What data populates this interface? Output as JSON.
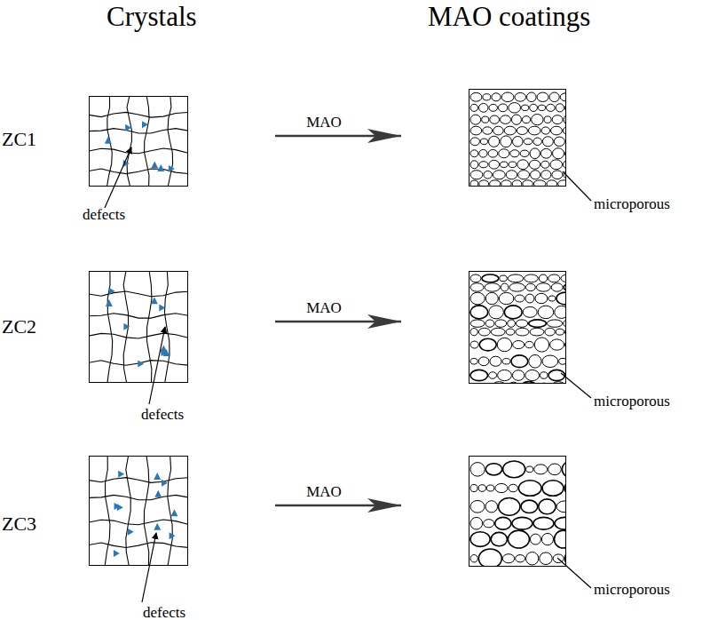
{
  "diagram": {
    "nodes": [
      {
        "text": [
          "defects"
        ]
      },
      {
        "text": [
          "microporous"
        ]
      },
      {
        "text": [
          "defects"
        ]
      },
      {
        "text": [
          "microporous"
        ]
      },
      {
        "text": [
          "defects"
        ]
      },
      {
        "text": [
          "microporous"
        ]
      }
    ],
    "edges": [
      {
        "from": 0,
        "to": 1,
        "label": "MAO",
        "arrow": "to"
      },
      {
        "from": 2,
        "to": 3,
        "label": "MAO",
        "arrow": "to"
      },
      {
        "from": 4,
        "to": 5,
        "label": "MAO",
        "arrow": "to"
      }
    ],
    "labels": [
      "Crystals",
      "MAO coatings",
      "ZC1",
      "ZC2",
      "ZC3"
    ]
  }
}
